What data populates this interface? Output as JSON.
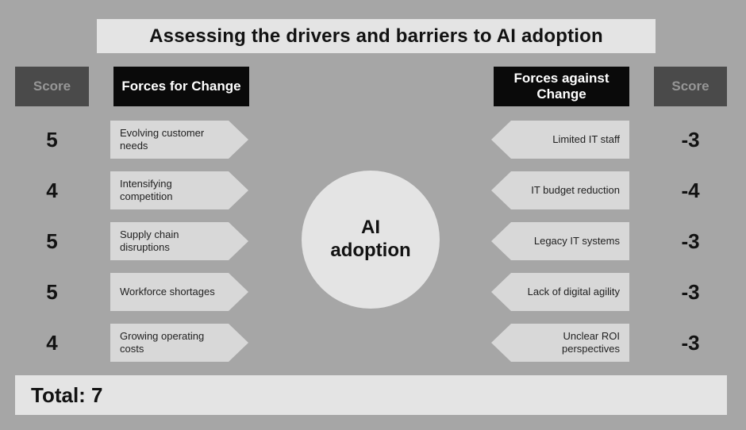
{
  "title": "Assessing the drivers and barriers to AI adoption",
  "center": {
    "line1": "AI",
    "line2": "adoption"
  },
  "total": {
    "label": "Total: 7"
  },
  "left": {
    "score_header": "Score",
    "forces_header": "Forces for Change",
    "items": [
      {
        "label": "Evolving customer needs",
        "score": "5"
      },
      {
        "label": "Intensifying competition",
        "score": "4"
      },
      {
        "label": "Supply chain disruptions",
        "score": "5"
      },
      {
        "label": "Workforce shortages",
        "score": "5"
      },
      {
        "label": "Growing operating costs",
        "score": "4"
      }
    ]
  },
  "right": {
    "score_header": "Score",
    "forces_header": "Forces against Change",
    "items": [
      {
        "label": "Limited IT staff",
        "score": "-3"
      },
      {
        "label": "IT budget reduction",
        "score": "-4"
      },
      {
        "label": "Legacy IT systems",
        "score": "-3"
      },
      {
        "label": "Lack of digital agility",
        "score": "-3"
      },
      {
        "label": "Unclear ROI perspectives",
        "score": "-3"
      }
    ]
  },
  "colors": {
    "background": "#a6a6a6",
    "panel": "#e4e4e4",
    "arrow_fill": "#d8d8d8",
    "score_box": "#4a4a4a",
    "score_box_text": "#969696",
    "header_box": "#0a0a0a",
    "text": "#121212"
  }
}
